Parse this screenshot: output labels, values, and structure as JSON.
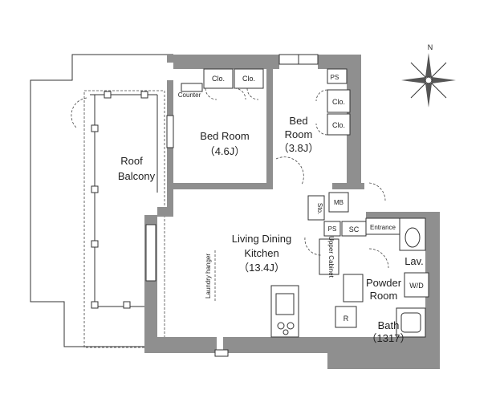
{
  "rooms": {
    "roof_balcony": {
      "line1": "Roof",
      "line2": "Balcony"
    },
    "bedroom_1": {
      "name": "Bed Room",
      "size": "（4.6J）"
    },
    "bedroom_2": {
      "line1": "Bed",
      "line2": "Room",
      "size": "（3.8J）"
    },
    "ldk": {
      "line1": "Living Dining",
      "line2": "Kitchen",
      "size": "（13.4J）"
    },
    "powder_room": {
      "line1": "Powder",
      "line2": "Room"
    },
    "bath": {
      "name": "Bath",
      "size": "（1317）"
    }
  },
  "labels": {
    "clo": "Clo.",
    "counter": "Counter",
    "ps": "PS",
    "mb": "MB",
    "sto": "Sto.",
    "sc": "SC",
    "entrance": "Entrance",
    "lav": "Lav.",
    "wd": "W/D",
    "upper_cabinet": "Upper Cabinet",
    "laundry_hanger": "Laundry hanger",
    "r": "R",
    "compass_n": "N"
  },
  "colors": {
    "wall": "#8f8f8f",
    "line": "#333333",
    "background": "#ffffff"
  }
}
